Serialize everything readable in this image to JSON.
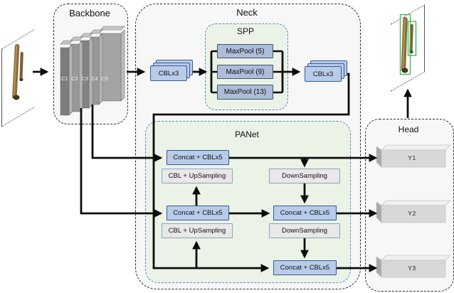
{
  "backbone": {
    "title": "Backbone",
    "layers": [
      "C1",
      "C2",
      "C3",
      "C4",
      "C5"
    ]
  },
  "neck": {
    "title": "Neck",
    "cbl_in": "CBLx3",
    "cbl_out": "CBLx3",
    "spp": {
      "title": "SPP",
      "pools": [
        "MaxPool (5)",
        "MaxPool (9)",
        "MaxPool (13)"
      ]
    },
    "panet": {
      "title": "PANet",
      "concat_top": "Concat + CBLx5",
      "concat_mid_left": "Concat + CBLx5",
      "concat_mid_right": "Concat + CBLx5",
      "concat_bottom": "Concat + CBLx5",
      "upsample_top": "CBL + UpSampling",
      "upsample_bottom": "CBL + UpSampling",
      "downsample_top": "DownSampling",
      "downsample_bottom": "DownSampling"
    }
  },
  "head": {
    "title": "Head",
    "outputs": [
      "Y1",
      "Y2",
      "Y3"
    ]
  },
  "colors": {
    "blue_box_fill": "#b8cbe9",
    "blue_box_border": "#3a5a96",
    "maxpool_fill": "#acbcd9",
    "maxpool_border": "#44546a",
    "gray_box_fill": "#e8e8e8",
    "gray_box_border": "#8fa2bd",
    "green_panel_fill": "#eaf3e6",
    "green_panel_border": "#5b87c5",
    "outer_panel_fill": "#f7f7f7",
    "arrow_color": "#0c0c0c",
    "detection_box_green": "#3cb54a"
  }
}
